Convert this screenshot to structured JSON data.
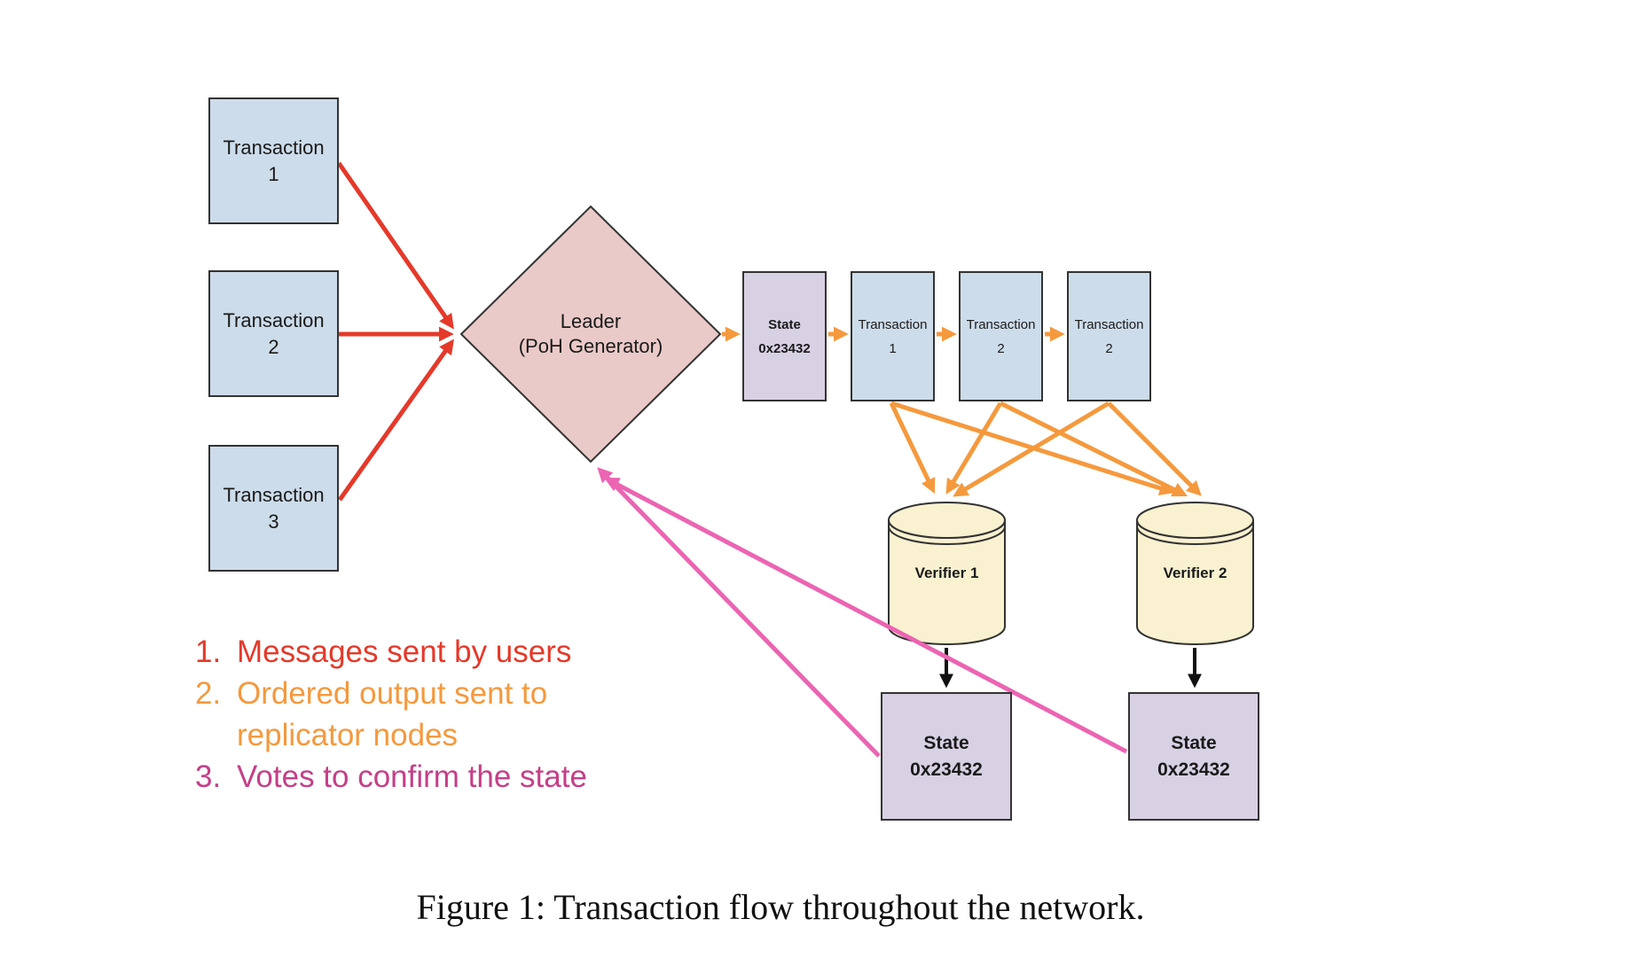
{
  "figure": {
    "caption": "Figure 1: Transaction flow throughout the network."
  },
  "colors": {
    "messages_red": "#e5392a",
    "ordered_orange": "#f5993d",
    "votes_pink_arrow": "#ec64b2",
    "votes_magenta_text": "#c53f87",
    "user_transaction_fill": "#cddcea",
    "leader_diamond_fill": "#eacac8",
    "state_box_fill": "#d8d1e4",
    "verifier_cylinder_fill": "#f9f1d0",
    "verifier_state_arrow": "#111111"
  },
  "user_transactions": [
    {
      "name": "Transaction",
      "number": "1"
    },
    {
      "name": "Transaction",
      "number": "2"
    },
    {
      "name": "Transaction",
      "number": "3"
    }
  ],
  "leader": {
    "title": "Leader",
    "subtitle": "(PoH Generator)"
  },
  "output_sequence": [
    {
      "line1": "State",
      "line2": "0x23432",
      "kind": "state"
    },
    {
      "line1": "Transaction",
      "line2": "1",
      "kind": "transaction"
    },
    {
      "line1": "Transaction",
      "line2": "2",
      "kind": "transaction"
    },
    {
      "line1": "Transaction",
      "line2": "2",
      "kind": "transaction"
    }
  ],
  "verifiers": [
    {
      "label": "Verifier 1",
      "state": {
        "line1": "State",
        "line2": "0x23432"
      }
    },
    {
      "label": "Verifier 2",
      "state": {
        "line1": "State",
        "line2": "0x23432"
      }
    }
  ],
  "legend": [
    {
      "number": "1.",
      "text": "Messages sent by users",
      "color": "#e5392a"
    },
    {
      "number": "2.",
      "text": "Ordered output sent to replicator nodes",
      "color": "#f5993d"
    },
    {
      "number": "3.",
      "text": "Votes to confirm the state",
      "color": "#c53f87"
    }
  ]
}
